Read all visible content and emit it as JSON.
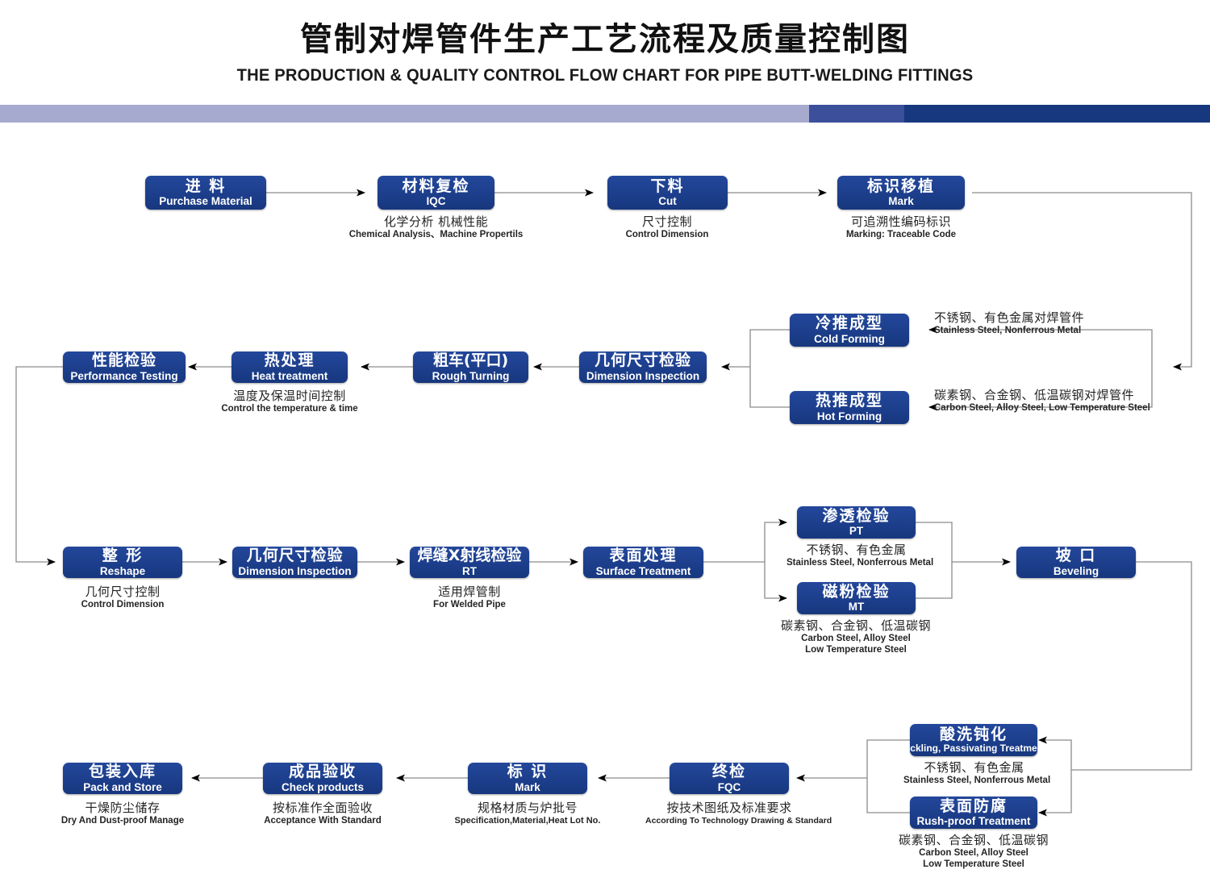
{
  "header": {
    "title_cn": "管制对焊管件生产工艺流程及质量控制图",
    "title_en": "THE PRODUCTION & QUALITY CONTROL FLOW CHART FOR PIPE BUTT-WELDING FITTINGS",
    "bar_colors": [
      "#a6aacf",
      "#3b4f9b",
      "#17387f"
    ]
  },
  "theme": {
    "node_fill": "#1a3f8f",
    "node_text": "#ffffff",
    "caption_text": "#242424",
    "wire_color": "#8c8c8c",
    "arrow_color": "#000000",
    "page_background": "#ffffff"
  },
  "chart_data": {
    "type": "diagram",
    "title": "管制对焊管件生产工艺流程及质量控制图",
    "orientation": "serpentine-left-right",
    "node_count": 22
  },
  "nodes": {
    "purchase": {
      "cn": "进 料",
      "en": "Purchase Material"
    },
    "iqc": {
      "cn": "材料复检",
      "en": "IQC"
    },
    "cut": {
      "cn": "下料",
      "en": "Cut"
    },
    "mark1": {
      "cn": "标识移植",
      "en": "Mark"
    },
    "cold": {
      "cn": "冷推成型",
      "en": "Cold Forming"
    },
    "hot": {
      "cn": "热推成型",
      "en": "Hot Forming"
    },
    "dim1": {
      "cn": "几何尺寸检验",
      "en": "Dimension Inspection"
    },
    "rough": {
      "cn": "粗车(平口)",
      "en": "Rough Turning"
    },
    "heat": {
      "cn": "热处理",
      "en": "Heat treatment"
    },
    "perf": {
      "cn": "性能检验",
      "en": "Performance Testing"
    },
    "reshape": {
      "cn": "整 形",
      "en": "Reshape"
    },
    "dim2": {
      "cn": "几何尺寸检验",
      "en": "Dimension Inspection"
    },
    "rt": {
      "cn": "焊缝X射线检验",
      "en": "RT"
    },
    "surface": {
      "cn": "表面处理",
      "en": "Surface Treatment"
    },
    "pt": {
      "cn": "渗透检验",
      "en": "PT"
    },
    "mt": {
      "cn": "磁粉检验",
      "en": "MT"
    },
    "bevel": {
      "cn": "坡 口",
      "en": "Beveling"
    },
    "pickling": {
      "cn": "酸洗钝化",
      "en": "Pickling, Passivating  Treatment"
    },
    "rushproof": {
      "cn": "表面防腐",
      "en": "Rush-proof Treatment"
    },
    "fqc": {
      "cn": "终检",
      "en": "FQC"
    },
    "mark2": {
      "cn": "标 识",
      "en": "Mark"
    },
    "checkprod": {
      "cn": "成品验收",
      "en": "Check products"
    },
    "pack": {
      "cn": "包装入库",
      "en": "Pack and Store"
    }
  },
  "captions": {
    "iqc": {
      "c1": "化学分析 机械性能",
      "c2": "Chemical Analysis、Machine Propertils"
    },
    "cut": {
      "c1": "尺寸控制",
      "c2": "Control Dimension"
    },
    "mark1": {
      "c1": "可追溯性编码标识",
      "c2": "Marking: Traceable Code"
    },
    "heat": {
      "c1": "温度及保温时间控制",
      "c2": "Control the  temperature  &  time"
    },
    "reshape": {
      "c1": "几何尺寸控制",
      "c2": "Control Dimension"
    },
    "rt": {
      "c1": "适用焊管制",
      "c2": "For Welded Pipe"
    },
    "cold": {
      "c1": "不锈钢、有色金属对焊管件",
      "c2": "Stainless Steel, Nonferrous Metal"
    },
    "hot": {
      "c1": "碳素钢、合金钢、低温碳钢对焊管件",
      "c2": "Carbon Steel, Alloy Steel, Low Temperature Steel"
    },
    "pt": {
      "c1": "不锈钢、有色金属",
      "c2": "Stainless Steel, Nonferrous Metal"
    },
    "mt": {
      "c1": "碳素钢、合金钢、低温碳钢",
      "c2": "Carbon Steel, Alloy Steel",
      "c3": "Low Temperature Steel"
    },
    "pickling": {
      "c1": "不锈钢、有色金属",
      "c2": "Stainless Steel, Nonferrous Metal"
    },
    "rushproof": {
      "c1": "碳素钢、合金钢、低温碳钢",
      "c2": "Carbon Steel, Alloy Steel",
      "c3": "Low Temperature Steel"
    },
    "fqc": {
      "c1": "按技术图纸及标准要求",
      "c2": "According To Technology Drawing & Standard"
    },
    "mark2": {
      "c1": "规格材质与炉批号",
      "c2": "Specification,Material,Heat Lot No."
    },
    "checkprod": {
      "c1": "按标准作全面验收",
      "c2": "Acceptance With Standard"
    },
    "pack": {
      "c1": "干燥防尘储存",
      "c2": "Dry And Dust-proof  Manage"
    }
  }
}
